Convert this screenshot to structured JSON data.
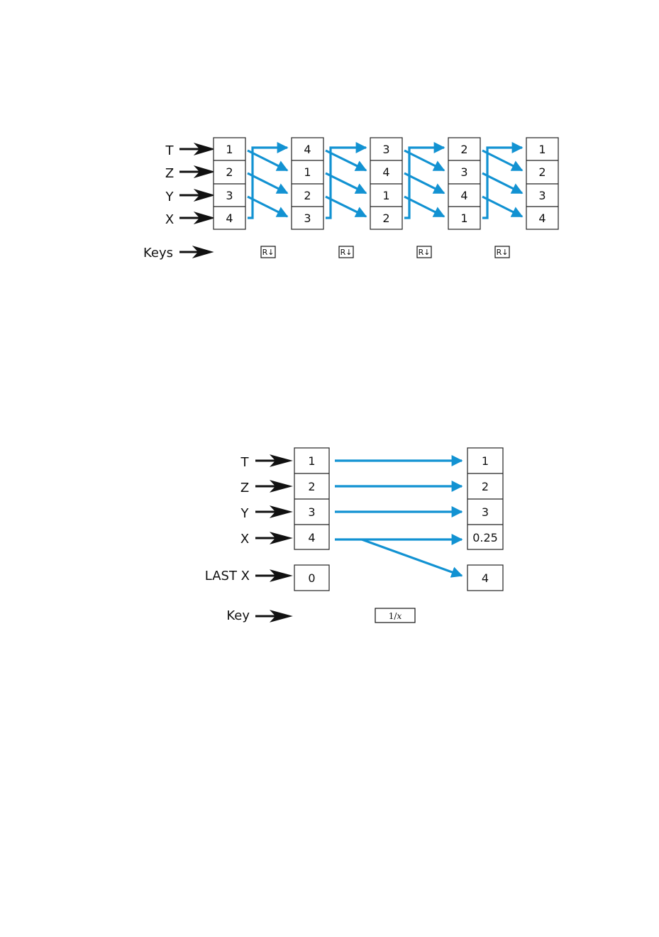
{
  "colors": {
    "arrow_blue": "#1292d2",
    "ink": "#111111"
  },
  "diagram1": {
    "register_labels": [
      "T",
      "Z",
      "Y",
      "X"
    ],
    "keys_label": "Keys",
    "stacks": [
      [
        "1",
        "2",
        "3",
        "4"
      ],
      [
        "4",
        "1",
        "2",
        "3"
      ],
      [
        "3",
        "4",
        "1",
        "2"
      ],
      [
        "2",
        "3",
        "4",
        "1"
      ],
      [
        "1",
        "2",
        "3",
        "4"
      ]
    ],
    "keys": [
      "R↓",
      "R↓",
      "R↓",
      "R↓"
    ]
  },
  "diagram2": {
    "register_labels": [
      "T",
      "Z",
      "Y",
      "X"
    ],
    "lastx_label": "LAST X",
    "key_label": "Key",
    "before": [
      "1",
      "2",
      "3",
      "4"
    ],
    "before_lastx": "0",
    "after": [
      "1",
      "2",
      "3",
      "0.25"
    ],
    "after_lastx": "4",
    "key": {
      "prefix": "1/",
      "var": "x"
    }
  }
}
